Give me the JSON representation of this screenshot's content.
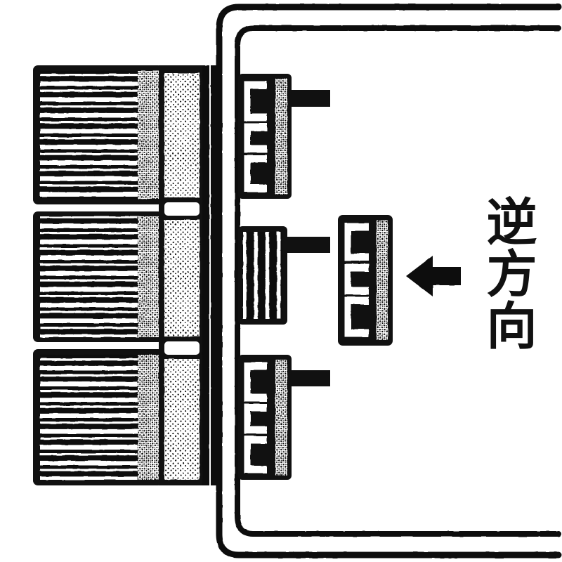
{
  "figure": {
    "type": "technical-line-drawing",
    "background_color": "#ffffff",
    "ink_color": "#111111",
    "subject": "finned connector body with three terminal blocks and one detached terminal block"
  },
  "annotation": {
    "direction_label": "逆方向",
    "direction_label_orientation": "vertical",
    "direction_label_color": "#111111"
  },
  "arrow": {
    "name": "insertion-direction-arrow",
    "points": "left",
    "color": "#111111"
  },
  "parts": {
    "finned_body": {
      "label": "finned-body",
      "sections": 3,
      "fin_orientation": "horizontal"
    },
    "stipple_column": {
      "label": "stippled-panel-column",
      "panels": 3
    },
    "rail": {
      "label": "vertical-rail",
      "count": 1
    },
    "bracket": {
      "label": "double-line-bracket",
      "arms": 2
    },
    "terminal_blocks": [
      {
        "label": "terminal-block-top",
        "pattern": "u-slots",
        "slots": 3,
        "tab": "right"
      },
      {
        "label": "terminal-block-middle",
        "pattern": "vertical-stripes",
        "slots": 7,
        "tab": "right"
      },
      {
        "label": "terminal-block-bottom",
        "pattern": "u-slots",
        "slots": 3,
        "tab": "right"
      }
    ],
    "detached_block": {
      "label": "detached-terminal-block",
      "pattern": "u-slots",
      "slots": 3
    }
  }
}
